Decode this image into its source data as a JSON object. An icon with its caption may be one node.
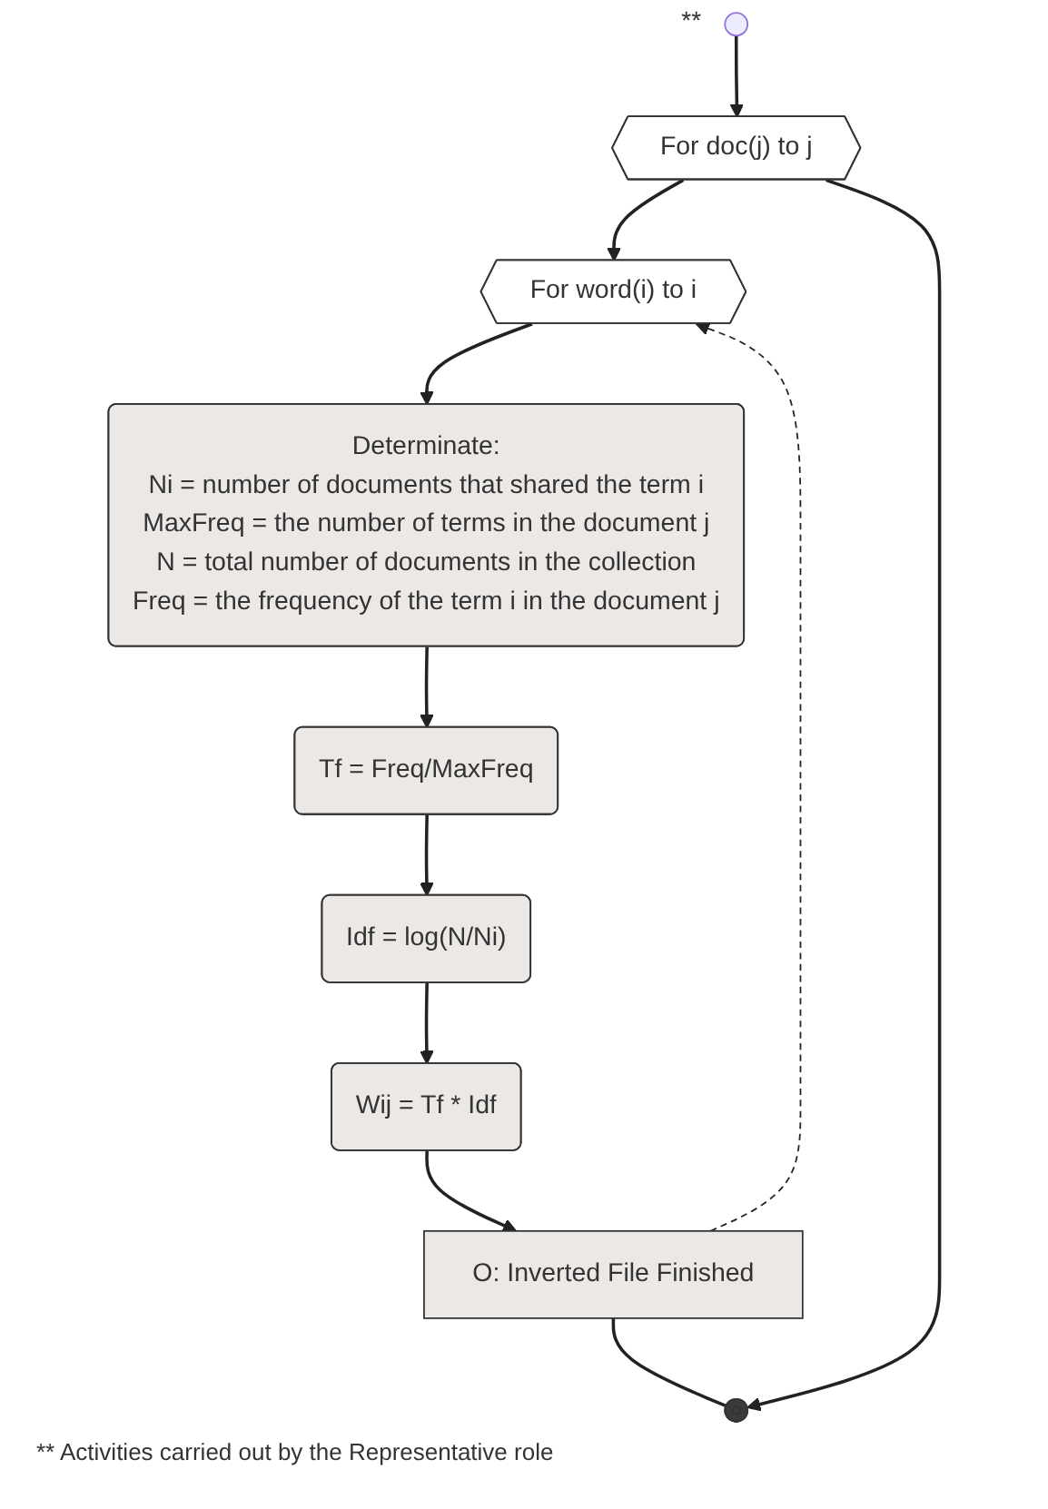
{
  "diagram": {
    "nodes": [
      {
        "text": [],
        "shape": "circle",
        "beside": [
          "**"
        ]
      },
      {
        "text": [
          "For doc(j) to j"
        ]
      },
      {
        "text": [
          "For word(i) to i"
        ]
      },
      {
        "text": [
          "Determinate:",
          "Ni = number of documents that shared the term i",
          "MaxFreq = the number of terms in the document j",
          "N = total number of documents in the collection",
          "Freq = the frequency of the term i in the document j"
        ]
      },
      {
        "text": [
          "Tf = Freq/MaxFreq"
        ]
      },
      {
        "text": [
          "Idf = log(N/Ni)"
        ]
      },
      {
        "text": [
          "Wij = Tf * Idf"
        ]
      },
      {
        "text": [
          "O: Inverted File Finished"
        ]
      },
      {
        "text": [],
        "shape": "circle"
      }
    ],
    "edges": [
      {
        "from": 0,
        "to": 1,
        "arrow": "to"
      },
      {
        "from": 1,
        "to": 2,
        "arrow": "to"
      },
      {
        "from": 2,
        "to": 3,
        "arrow": "to"
      },
      {
        "from": 3,
        "to": 4,
        "arrow": "to"
      },
      {
        "from": 4,
        "to": 5,
        "arrow": "to"
      },
      {
        "from": 5,
        "to": 6,
        "arrow": "to"
      },
      {
        "from": 6,
        "to": 7,
        "arrow": "to"
      },
      {
        "from": 7,
        "to": 2,
        "arrow": "to",
        "style": "dashed"
      },
      {
        "from": 7,
        "to": 8,
        "arrow": "none"
      },
      {
        "from": 1,
        "to": 8,
        "arrow": "to"
      }
    ],
    "labels": [
      "** Activities carried out by the Representative role"
    ]
  }
}
